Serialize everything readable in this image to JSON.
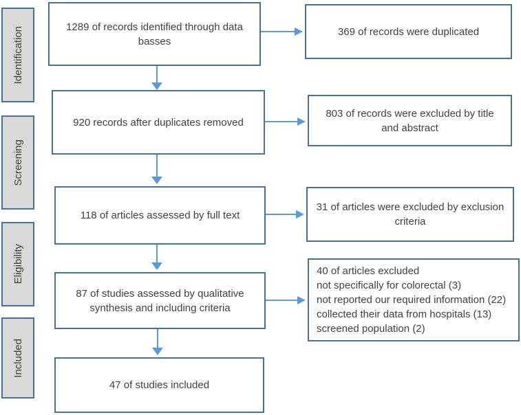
{
  "diagram": {
    "type": "prisma-flowchart",
    "stages": [
      {
        "label": "Identification"
      },
      {
        "label": "Screening"
      },
      {
        "label": "Eligibility"
      },
      {
        "label": "Included"
      }
    ],
    "main_boxes": [
      {
        "text": "1289 of records identified through data basses"
      },
      {
        "text": "920 records after duplicates removed"
      },
      {
        "text": "118 of articles assessed by full text"
      },
      {
        "text": "87 of studies assessed by qualitative synthesis and including criteria"
      },
      {
        "text": "47 of studies included"
      }
    ],
    "side_boxes": [
      {
        "text": "369 of records were duplicated"
      },
      {
        "text": "803 of records were excluded by title and abstract"
      },
      {
        "text": "31 of articles were excluded by exclusion criteria"
      },
      {
        "lines": [
          "40 of articles excluded",
          "not specifically for colorectal (3)",
          "not reported our required information (22)",
          "collected their data from hospitals (13)",
          "screened population (2)"
        ]
      }
    ],
    "colors": {
      "box_border": "#41719C",
      "arrow": "#5B9BD5",
      "stage_fill": "#D9D9D9",
      "text": "#3F3F3F"
    }
  }
}
